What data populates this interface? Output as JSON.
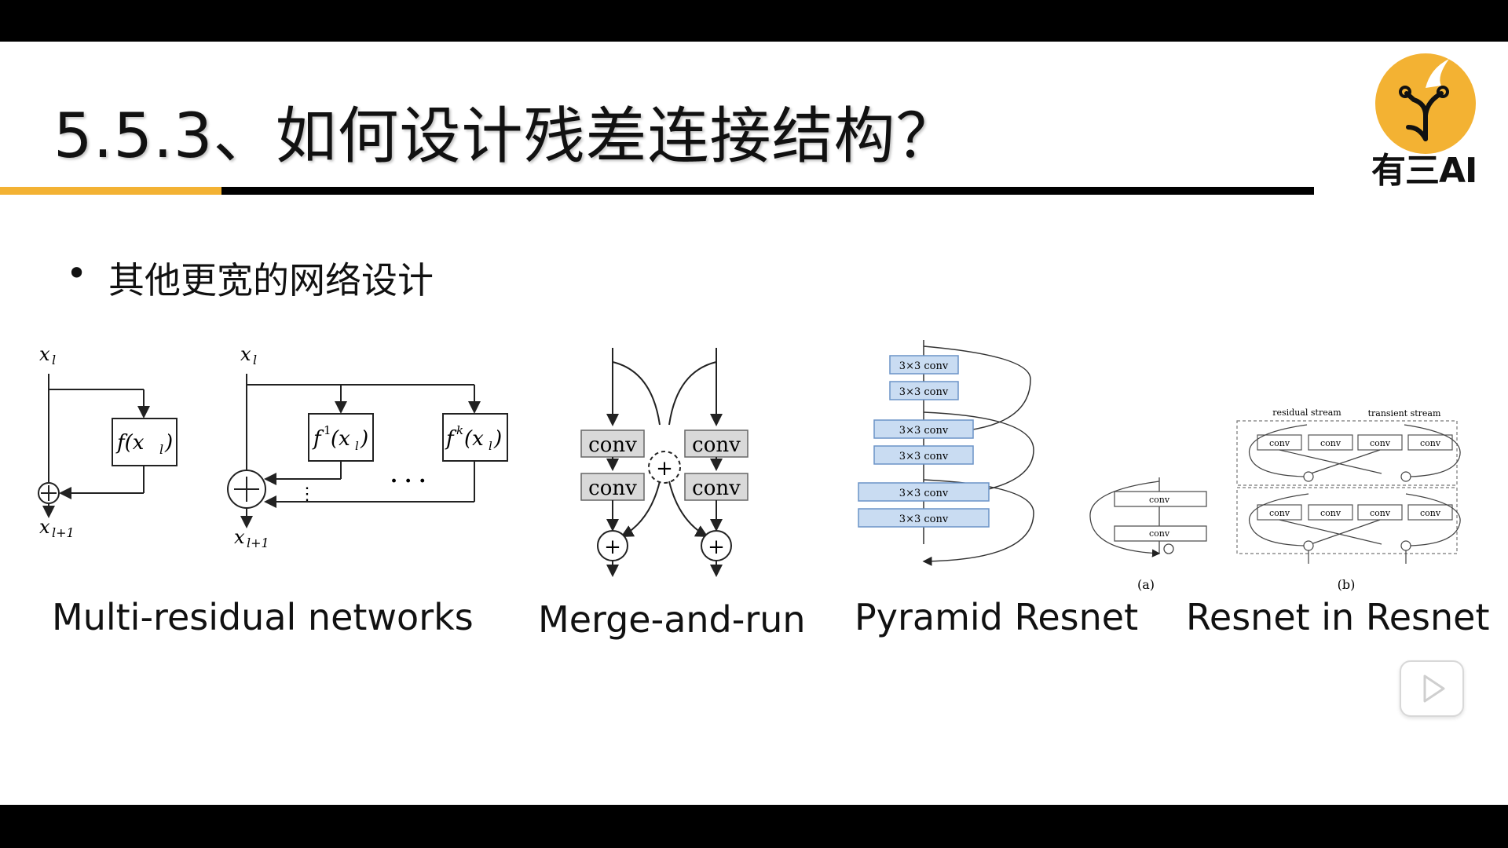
{
  "slide": {
    "title": "5.5.3、如何设计残差连接结构？",
    "bullet": "其他更宽的网络设计",
    "logo_text": "有三AI",
    "colors": {
      "accent": "#f3b233",
      "bar": "#000000",
      "conv_box": "#d9d9d9",
      "pyramid_box": "#c9dcf2",
      "logo": "#f3b233"
    }
  },
  "diagrams": {
    "multi_residual": {
      "left_in": "x",
      "left_in_sub": "l",
      "left_fn": "f(x",
      "left_fn_sub": "l",
      "left_fn_close": ")",
      "left_out": "x",
      "left_out_sub": "l+1",
      "right_in": "x",
      "right_in_sub": "l",
      "f1": "f",
      "f1_sup": "1",
      "f1_arg": "(x",
      "f1_sub": "l",
      "f1_close": ")",
      "dots": "· · ·",
      "fk": "f",
      "fk_sup": "k",
      "fk_arg": "(x",
      "fk_sub": "l",
      "fk_close": ")",
      "vdots": "⋮",
      "right_out": "x",
      "right_out_sub": "l+1"
    },
    "merge_and_run": {
      "conv": [
        "conv",
        "conv",
        "conv",
        "conv"
      ],
      "plus": "+"
    },
    "pyramid": {
      "blocks": [
        "3×3 conv",
        "3×3 conv",
        "3×3 conv",
        "3×3 conv",
        "3×3 conv",
        "3×3 conv"
      ]
    },
    "rir": {
      "a_convs": [
        "conv",
        "conv"
      ],
      "a_label": "(a)",
      "b_residual": "residual stream",
      "b_transient": "transient stream",
      "b_convs": [
        "conv",
        "conv",
        "conv",
        "conv",
        "conv",
        "conv",
        "conv",
        "conv"
      ],
      "b_label": "(b)"
    }
  },
  "captions": [
    "Multi-residual networks",
    "Merge-and-run",
    "Pyramid Resnet",
    "Resnet in Resnet"
  ]
}
